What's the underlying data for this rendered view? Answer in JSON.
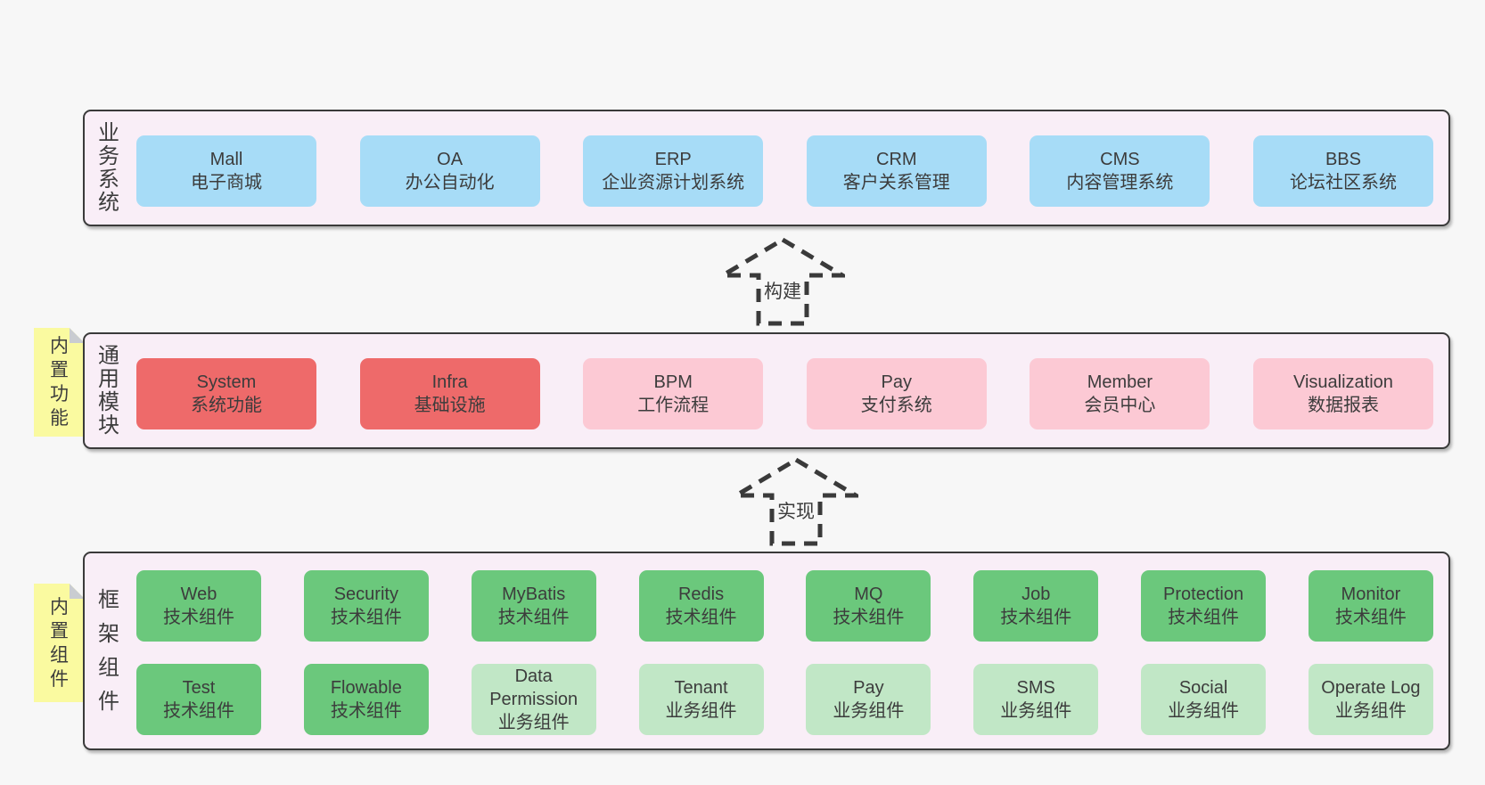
{
  "colors": {
    "page_bg": "#f7f7f7",
    "band_bg": "#f9eef7",
    "band_border": "#3a3a3a",
    "text": "#3c3c3c",
    "blue": "#a7dcf7",
    "red": "#ee6a6a",
    "pink": "#fcc9d4",
    "green": "#6bc87c",
    "light_green": "#c1e7c6",
    "sticky_yellow": "#fafaa0",
    "sticky_fold": "#c9ccd1",
    "arrow": "#3a3a3a"
  },
  "bands": [
    {
      "id": "business-systems",
      "label": "业务系统",
      "boxes": [
        {
          "title": "Mall",
          "subtitle": "电子商城",
          "variant": "blue"
        },
        {
          "title": "OA",
          "subtitle": "办公自动化",
          "variant": "blue"
        },
        {
          "title": "ERP",
          "subtitle": "企业资源计划系统",
          "variant": "blue"
        },
        {
          "title": "CRM",
          "subtitle": "客户关系管理",
          "variant": "blue"
        },
        {
          "title": "CMS",
          "subtitle": "内容管理系统",
          "variant": "blue"
        },
        {
          "title": "BBS",
          "subtitle": "论坛社区系统",
          "variant": "blue"
        }
      ]
    },
    {
      "id": "common-modules",
      "label": "通用模块",
      "sticky": "内置功能",
      "boxes": [
        {
          "title": "System",
          "subtitle": "系统功能",
          "variant": "red"
        },
        {
          "title": "Infra",
          "subtitle": "基础设施",
          "variant": "red"
        },
        {
          "title": "BPM",
          "subtitle": "工作流程",
          "variant": "pink"
        },
        {
          "title": "Pay",
          "subtitle": "支付系统",
          "variant": "pink"
        },
        {
          "title": "Member",
          "subtitle": "会员中心",
          "variant": "pink"
        },
        {
          "title": "Visualization",
          "subtitle": "数据报表",
          "variant": "pink"
        }
      ]
    },
    {
      "id": "framework-components",
      "label": "框架组件",
      "sticky": "内置组件",
      "rows": [
        [
          {
            "title": "Web",
            "subtitle": "技术组件",
            "variant": "green"
          },
          {
            "title": "Security",
            "subtitle": "技术组件",
            "variant": "green"
          },
          {
            "title": "MyBatis",
            "subtitle": "技术组件",
            "variant": "green"
          },
          {
            "title": "Redis",
            "subtitle": "技术组件",
            "variant": "green"
          },
          {
            "title": "MQ",
            "subtitle": "技术组件",
            "variant": "green"
          },
          {
            "title": "Job",
            "subtitle": "技术组件",
            "variant": "green"
          },
          {
            "title": "Protection",
            "subtitle": "技术组件",
            "variant": "green"
          },
          {
            "title": "Monitor",
            "subtitle": "技术组件",
            "variant": "green"
          }
        ],
        [
          {
            "title": "Test",
            "subtitle": "技术组件",
            "variant": "green"
          },
          {
            "title": "Flowable",
            "subtitle": "技术组件",
            "variant": "green"
          },
          {
            "title": "Data Permission",
            "subtitle": "业务组件",
            "variant": "lightgreen"
          },
          {
            "title": "Tenant",
            "subtitle": "业务组件",
            "variant": "lightgreen"
          },
          {
            "title": "Pay",
            "subtitle": "业务组件",
            "variant": "lightgreen"
          },
          {
            "title": "SMS",
            "subtitle": "业务组件",
            "variant": "lightgreen"
          },
          {
            "title": "Social",
            "subtitle": "业务组件",
            "variant": "lightgreen"
          },
          {
            "title": "Operate Log",
            "subtitle": "业务组件",
            "variant": "lightgreen"
          }
        ]
      ]
    }
  ],
  "arrows": [
    {
      "label": "构建"
    },
    {
      "label": "实现"
    }
  ]
}
